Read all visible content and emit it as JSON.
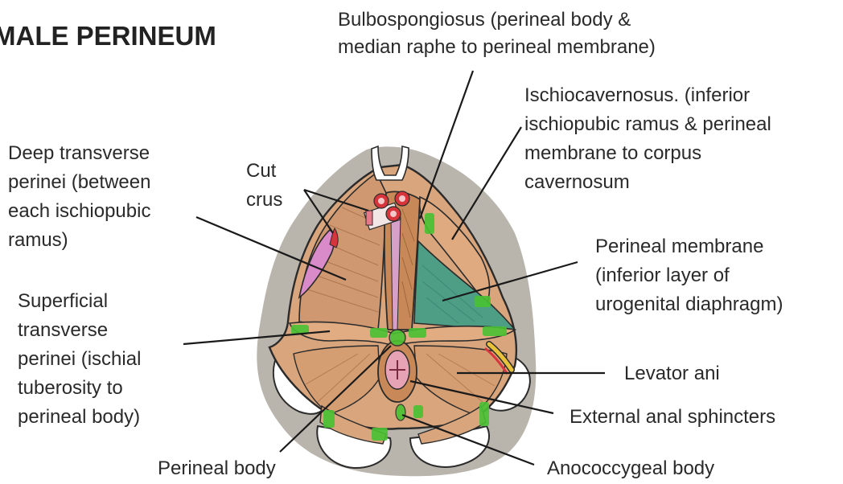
{
  "title": "MALE PERINEUM",
  "labels": {
    "bulbospongiosus": [
      "Bulbospongiosus (perineal body &",
      "median raphe to perineal membrane)"
    ],
    "ischiocavernosus": [
      "Ischiocavernosus. (inferior",
      "ischiopubic ramus & perineal",
      "membrane to corpus",
      "cavernosum"
    ],
    "deep_transverse": [
      "Deep transverse",
      "perinei (between",
      "each ischiopubic",
      "ramus)"
    ],
    "cut_crus": [
      "Cut",
      "crus"
    ],
    "perineal_membrane": [
      "Perineal membrane",
      "(inferior layer of",
      "urogenital diaphragm)"
    ],
    "superficial_transverse": [
      "Superficial",
      "transverse",
      "perinei (ischial",
      "tuberosity to",
      "perineal body)"
    ],
    "levator_ani": [
      "Levator ani"
    ],
    "external_anal": [
      "External anal sphincters"
    ],
    "perineal_body": [
      "Perineal body"
    ],
    "anococcygeal": [
      "Anococcygeal body"
    ]
  },
  "colors": {
    "muscle": "#d9a57c",
    "muscle_dark": "#b9784c",
    "membrane": "#4e9e86",
    "attachment": "#48c232",
    "pink_crus": "#d98ac9",
    "red_vessel": "#d8343c",
    "skin_shadow": "#b9b5ad",
    "outline": "#2b2b2b"
  }
}
